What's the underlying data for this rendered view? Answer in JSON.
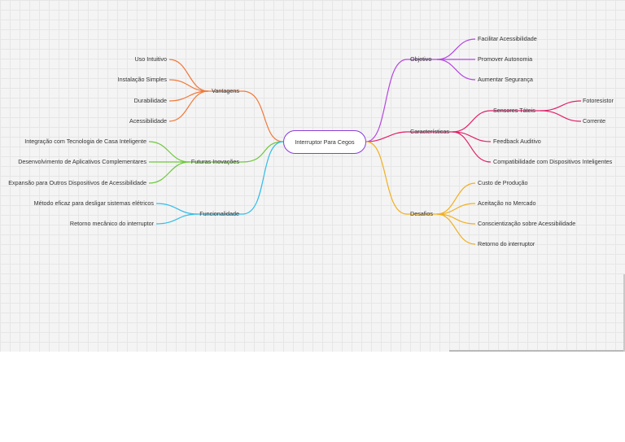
{
  "center": {
    "label": "Interruptor Para Cegos",
    "color": "#8b3dd9"
  },
  "branches": {
    "objetivo": {
      "label": "Objetivo",
      "color": "#b547e0",
      "items": [
        "Facilitar Acessibilidade",
        "Promover Autonomia",
        "Aumentar Segurança"
      ]
    },
    "caracteristicas": {
      "label": "Características",
      "color": "#e0236b",
      "sensores": {
        "label": "Sensores Táteis",
        "items": [
          "Fotoresistor",
          "Corrente"
        ]
      },
      "items": [
        "Feedback Auditivo",
        "Compatibilidade com Dispositivos Inteligentes"
      ]
    },
    "desafios": {
      "label": "Desafios",
      "color": "#f2b01e",
      "items": [
        "Custo de Produção",
        "Aceitação no Mercado",
        "Conscientização sobre Acessibilidade",
        "Retorno do interruptor"
      ]
    },
    "vantagens": {
      "label": "Vantagens",
      "color": "#f07a3c",
      "items": [
        "Uso Intuitivo",
        "Instalação Simples",
        "Durabilidade",
        "Acessibilidade"
      ]
    },
    "futuras": {
      "label": "Futuras Inovações",
      "color": "#6cc83a",
      "items": [
        "Integração com Tecnologia de Casa Inteligente",
        "Desenvolvimento de Aplicativos Complementares",
        "Expansão para Outros Dispositivos de Acessibilidade"
      ]
    },
    "funcionalidade": {
      "label": "Funcionalidade",
      "color": "#33bde8",
      "items": [
        "Método eficaz para desligar sistemas elétricos",
        "Retorno mecânico do interruptor"
      ]
    }
  }
}
